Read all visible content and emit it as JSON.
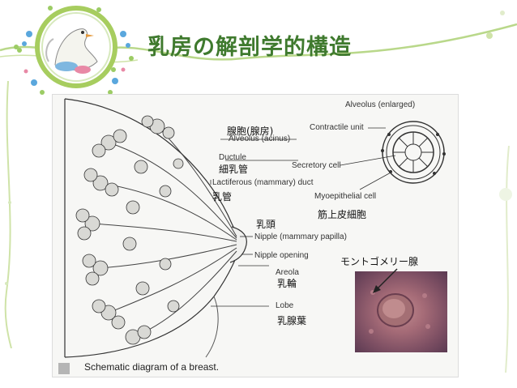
{
  "title": "乳房の解剖学的構造",
  "figure": {
    "labels_en": {
      "alveolus_enlarged": "Alveolus (enlarged)",
      "contractile_unit": "Contractile unit",
      "alveolus_acinus": "Alveolus (acinus)",
      "ductule": "Ductule",
      "secretory_cell": "Secretory cell",
      "lactiferous_duct": "Lactiferous (mammary) duct",
      "myoepithelial_cell": "Myoepithelial cell",
      "nipple": "Nipple (mammary papilla)",
      "nipple_opening": "Nipple opening",
      "areola": "Areola",
      "lobe": "Lobe"
    },
    "labels_ja": {
      "alveolus": "腺胞(腺房)",
      "ductule": "細乳管",
      "duct": "乳管",
      "myoepithelial": "筋上皮細胞",
      "nipple": "乳頭",
      "areola": "乳輪",
      "lobe": "乳腺葉",
      "montgomery": "モントゴメリー腺"
    },
    "caption": "Schematic diagram of a breast."
  }
}
